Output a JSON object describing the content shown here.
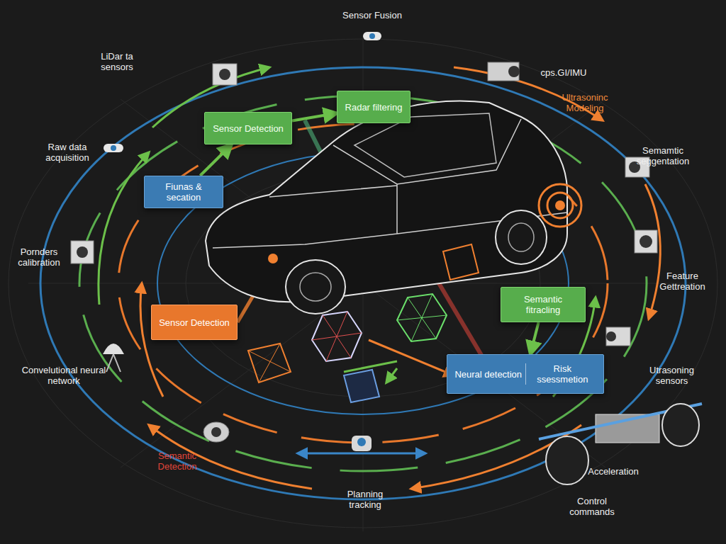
{
  "diagram": {
    "nodes": [
      {
        "text": [
          "Radar filtering"
        ]
      },
      {
        "text": [
          "Sensor Detection"
        ]
      },
      {
        "text": [
          "Fiunas & secation"
        ]
      },
      {
        "text": [
          "Semantic fitracling"
        ]
      },
      {
        "text": [
          "Sensor Detection"
        ]
      },
      {
        "text": [
          "Neural detection",
          "Risk ssessmetion"
        ]
      }
    ],
    "edges": [
      {
        "from": 2,
        "to": 1,
        "arrow": "to"
      },
      {
        "from": 1,
        "to": 0,
        "arrow": "to"
      },
      {
        "from": 3,
        "to": 5,
        "arrow": "to"
      }
    ],
    "labels": [
      "Sensor Fusion",
      "LiDar ta sensors",
      "cps.GI/IMU",
      "Ultrasoninc Modeling",
      "Raw data acquisition",
      "Semamtic seggentation",
      "Pornders calibration",
      "Feature Gettreation",
      "Convelutional neural network",
      "Utrasoning sensors",
      "Semantic Detection",
      "Acceleration",
      "Planning tracking",
      "Control commands"
    ]
  }
}
